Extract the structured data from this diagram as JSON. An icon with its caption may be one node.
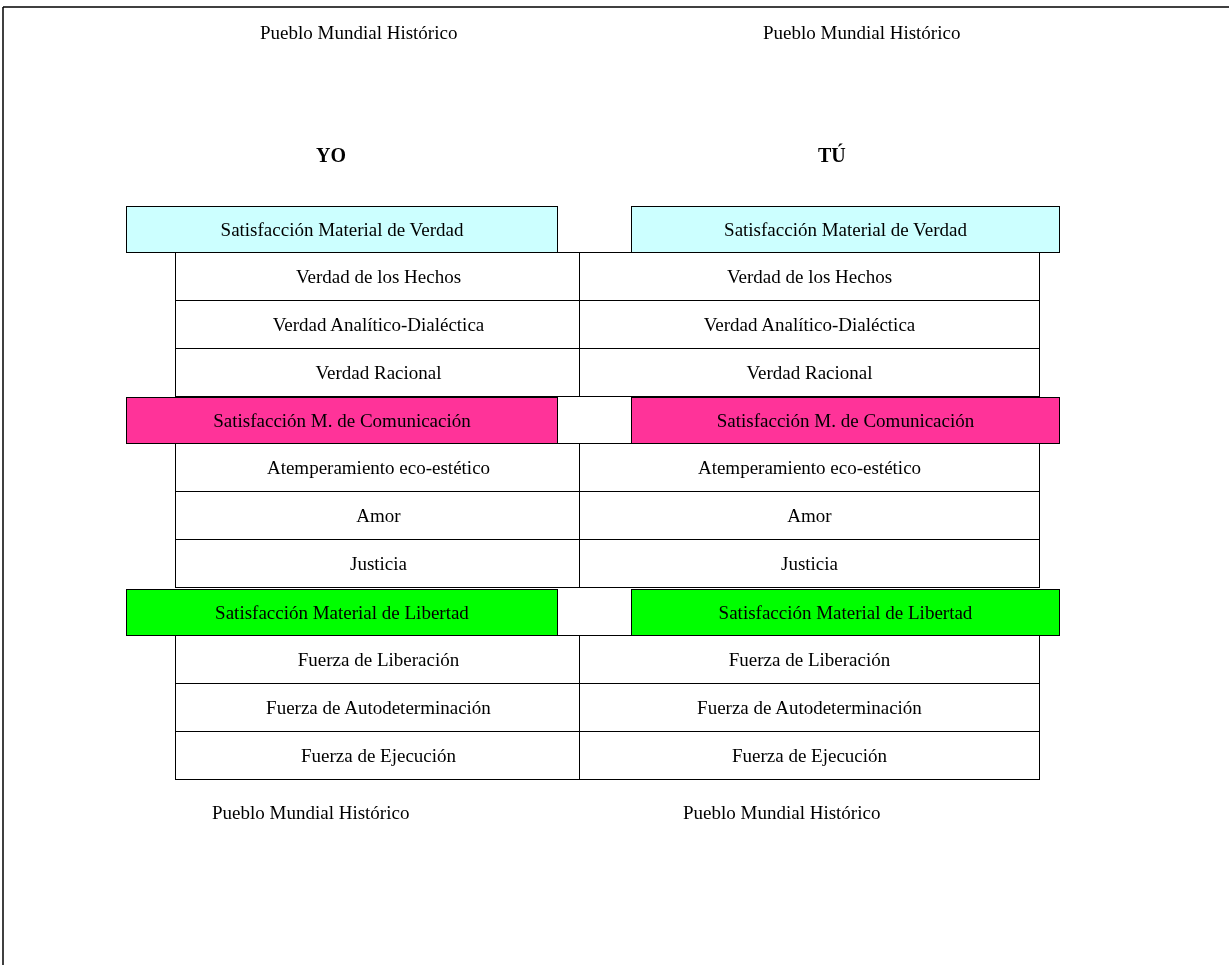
{
  "diagram": {
    "nodes": [
      {
        "text": [
          "Satisfacción Material de Verdad"
        ]
      },
      {
        "text": [
          "Verdad de los Hechos"
        ]
      },
      {
        "text": [
          "Verdad Analítico-Dialéctica"
        ]
      },
      {
        "text": [
          "Verdad Racional"
        ]
      },
      {
        "text": [
          "Satisfacción M. de Comunicación"
        ]
      },
      {
        "text": [
          "Atemperamiento eco-estético"
        ]
      },
      {
        "text": [
          "Amor"
        ]
      },
      {
        "text": [
          "Justicia"
        ]
      },
      {
        "text": [
          "Satisfacción Material de Libertad"
        ]
      },
      {
        "text": [
          "Fuerza de Liberación"
        ]
      },
      {
        "text": [
          "Fuerza de Autodeterminación"
        ]
      },
      {
        "text": [
          "Fuerza de Ejecución"
        ]
      },
      {
        "text": [
          "Satisfacción Material de Verdad"
        ]
      },
      {
        "text": [
          "Verdad de los Hechos"
        ]
      },
      {
        "text": [
          "Verdad Analítico-Dialéctica"
        ]
      },
      {
        "text": [
          "Verdad Racional"
        ]
      },
      {
        "text": [
          "Satisfacción M. de Comunicación"
        ]
      },
      {
        "text": [
          "Atemperamiento eco-estético"
        ]
      },
      {
        "text": [
          "Amor"
        ]
      },
      {
        "text": [
          "Justicia"
        ]
      },
      {
        "text": [
          "Satisfacción Material de Libertad"
        ]
      },
      {
        "text": [
          "Fuerza de Liberación"
        ]
      },
      {
        "text": [
          "Fuerza de Autodeterminación"
        ]
      },
      {
        "text": [
          "Fuerza de Ejecución"
        ]
      }
    ],
    "labels": [
      "Pueblo Mundial Histórico",
      "Pueblo Mundial Histórico",
      "YO",
      "TÚ",
      "Pueblo Mundial Histórico",
      "Pueblo Mundial Histórico"
    ]
  }
}
